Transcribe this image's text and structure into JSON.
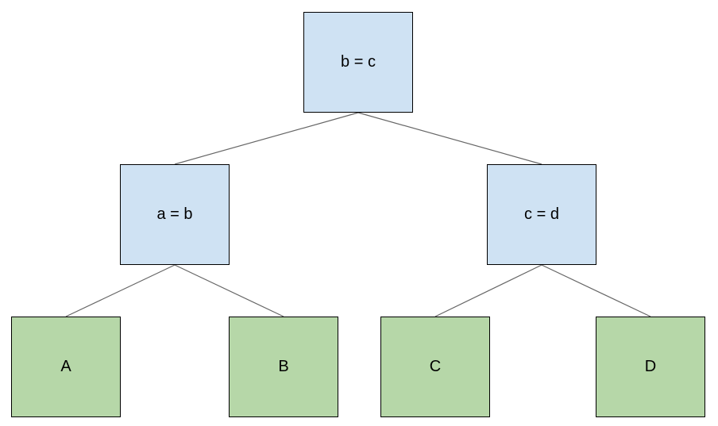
{
  "diagram": {
    "type": "binary-tree",
    "colors": {
      "background": "#ffffff",
      "condition_fill": "#cfe2f3",
      "leaf_fill": "#b6d7a8",
      "node_border": "#000000",
      "edge": "#666666",
      "text": "#000000"
    },
    "nodes": [
      {
        "id": "root",
        "label": "b = c",
        "kind": "condition"
      },
      {
        "id": "left",
        "label": "a = b",
        "kind": "condition"
      },
      {
        "id": "right",
        "label": "c = d",
        "kind": "condition"
      },
      {
        "id": "A",
        "label": "A",
        "kind": "leaf"
      },
      {
        "id": "B",
        "label": "B",
        "kind": "leaf"
      },
      {
        "id": "C",
        "label": "C",
        "kind": "leaf"
      },
      {
        "id": "D",
        "label": "D",
        "kind": "leaf"
      }
    ],
    "edges": [
      {
        "from": "root",
        "to": "left"
      },
      {
        "from": "root",
        "to": "right"
      },
      {
        "from": "left",
        "to": "A"
      },
      {
        "from": "left",
        "to": "B"
      },
      {
        "from": "right",
        "to": "C"
      },
      {
        "from": "right",
        "to": "D"
      }
    ]
  }
}
